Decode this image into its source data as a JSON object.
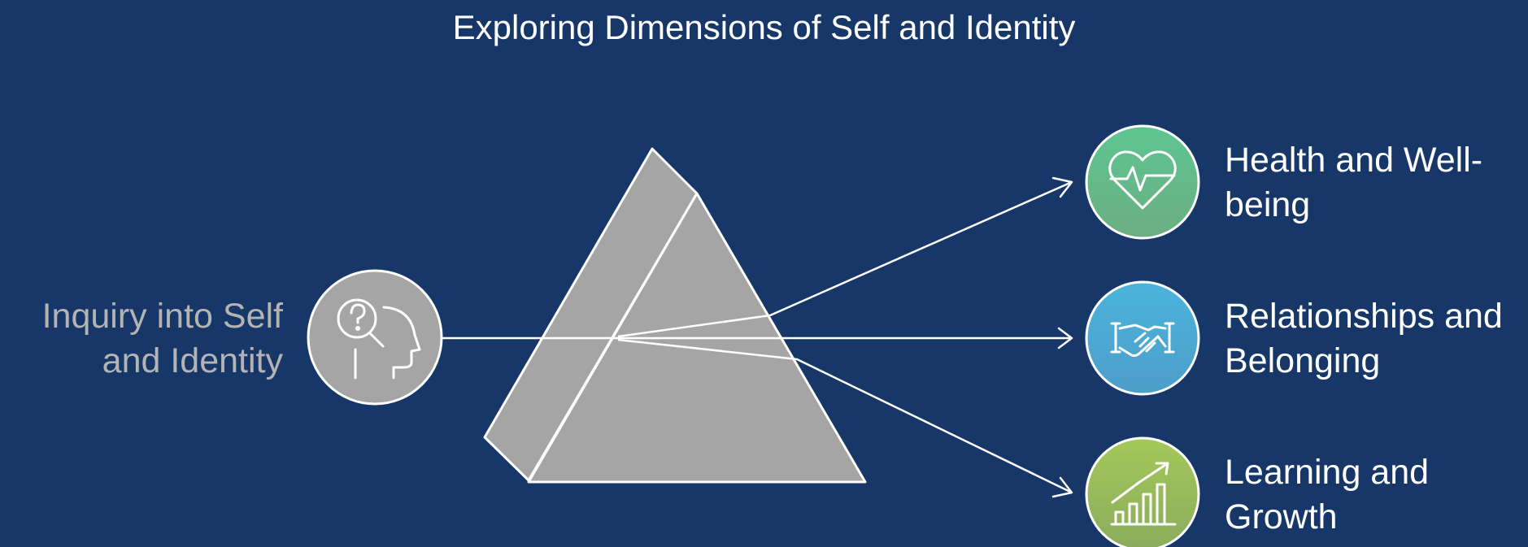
{
  "title": "Exploring Dimensions of Self and Identity",
  "input": {
    "label": "Inquiry into Self and Identity",
    "icon": "head-question-icon",
    "color": "#a5a5a5"
  },
  "outputs": [
    {
      "label": "Health and Well-being",
      "icon": "heart-pulse-icon",
      "color_top": "#5dc592",
      "color_bottom": "#6cae82"
    },
    {
      "label": "Relationships and Belonging",
      "icon": "handshake-icon",
      "color_top": "#4bb4dc",
      "color_bottom": "#4c9ec9"
    },
    {
      "label": "Learning and Growth",
      "icon": "growth-chart-icon",
      "color_top": "#a4c95a",
      "color_bottom": "#8bab5c"
    }
  ],
  "colors": {
    "background": "#173768",
    "prism": "#a5a5a5",
    "line": "#ffffff"
  }
}
